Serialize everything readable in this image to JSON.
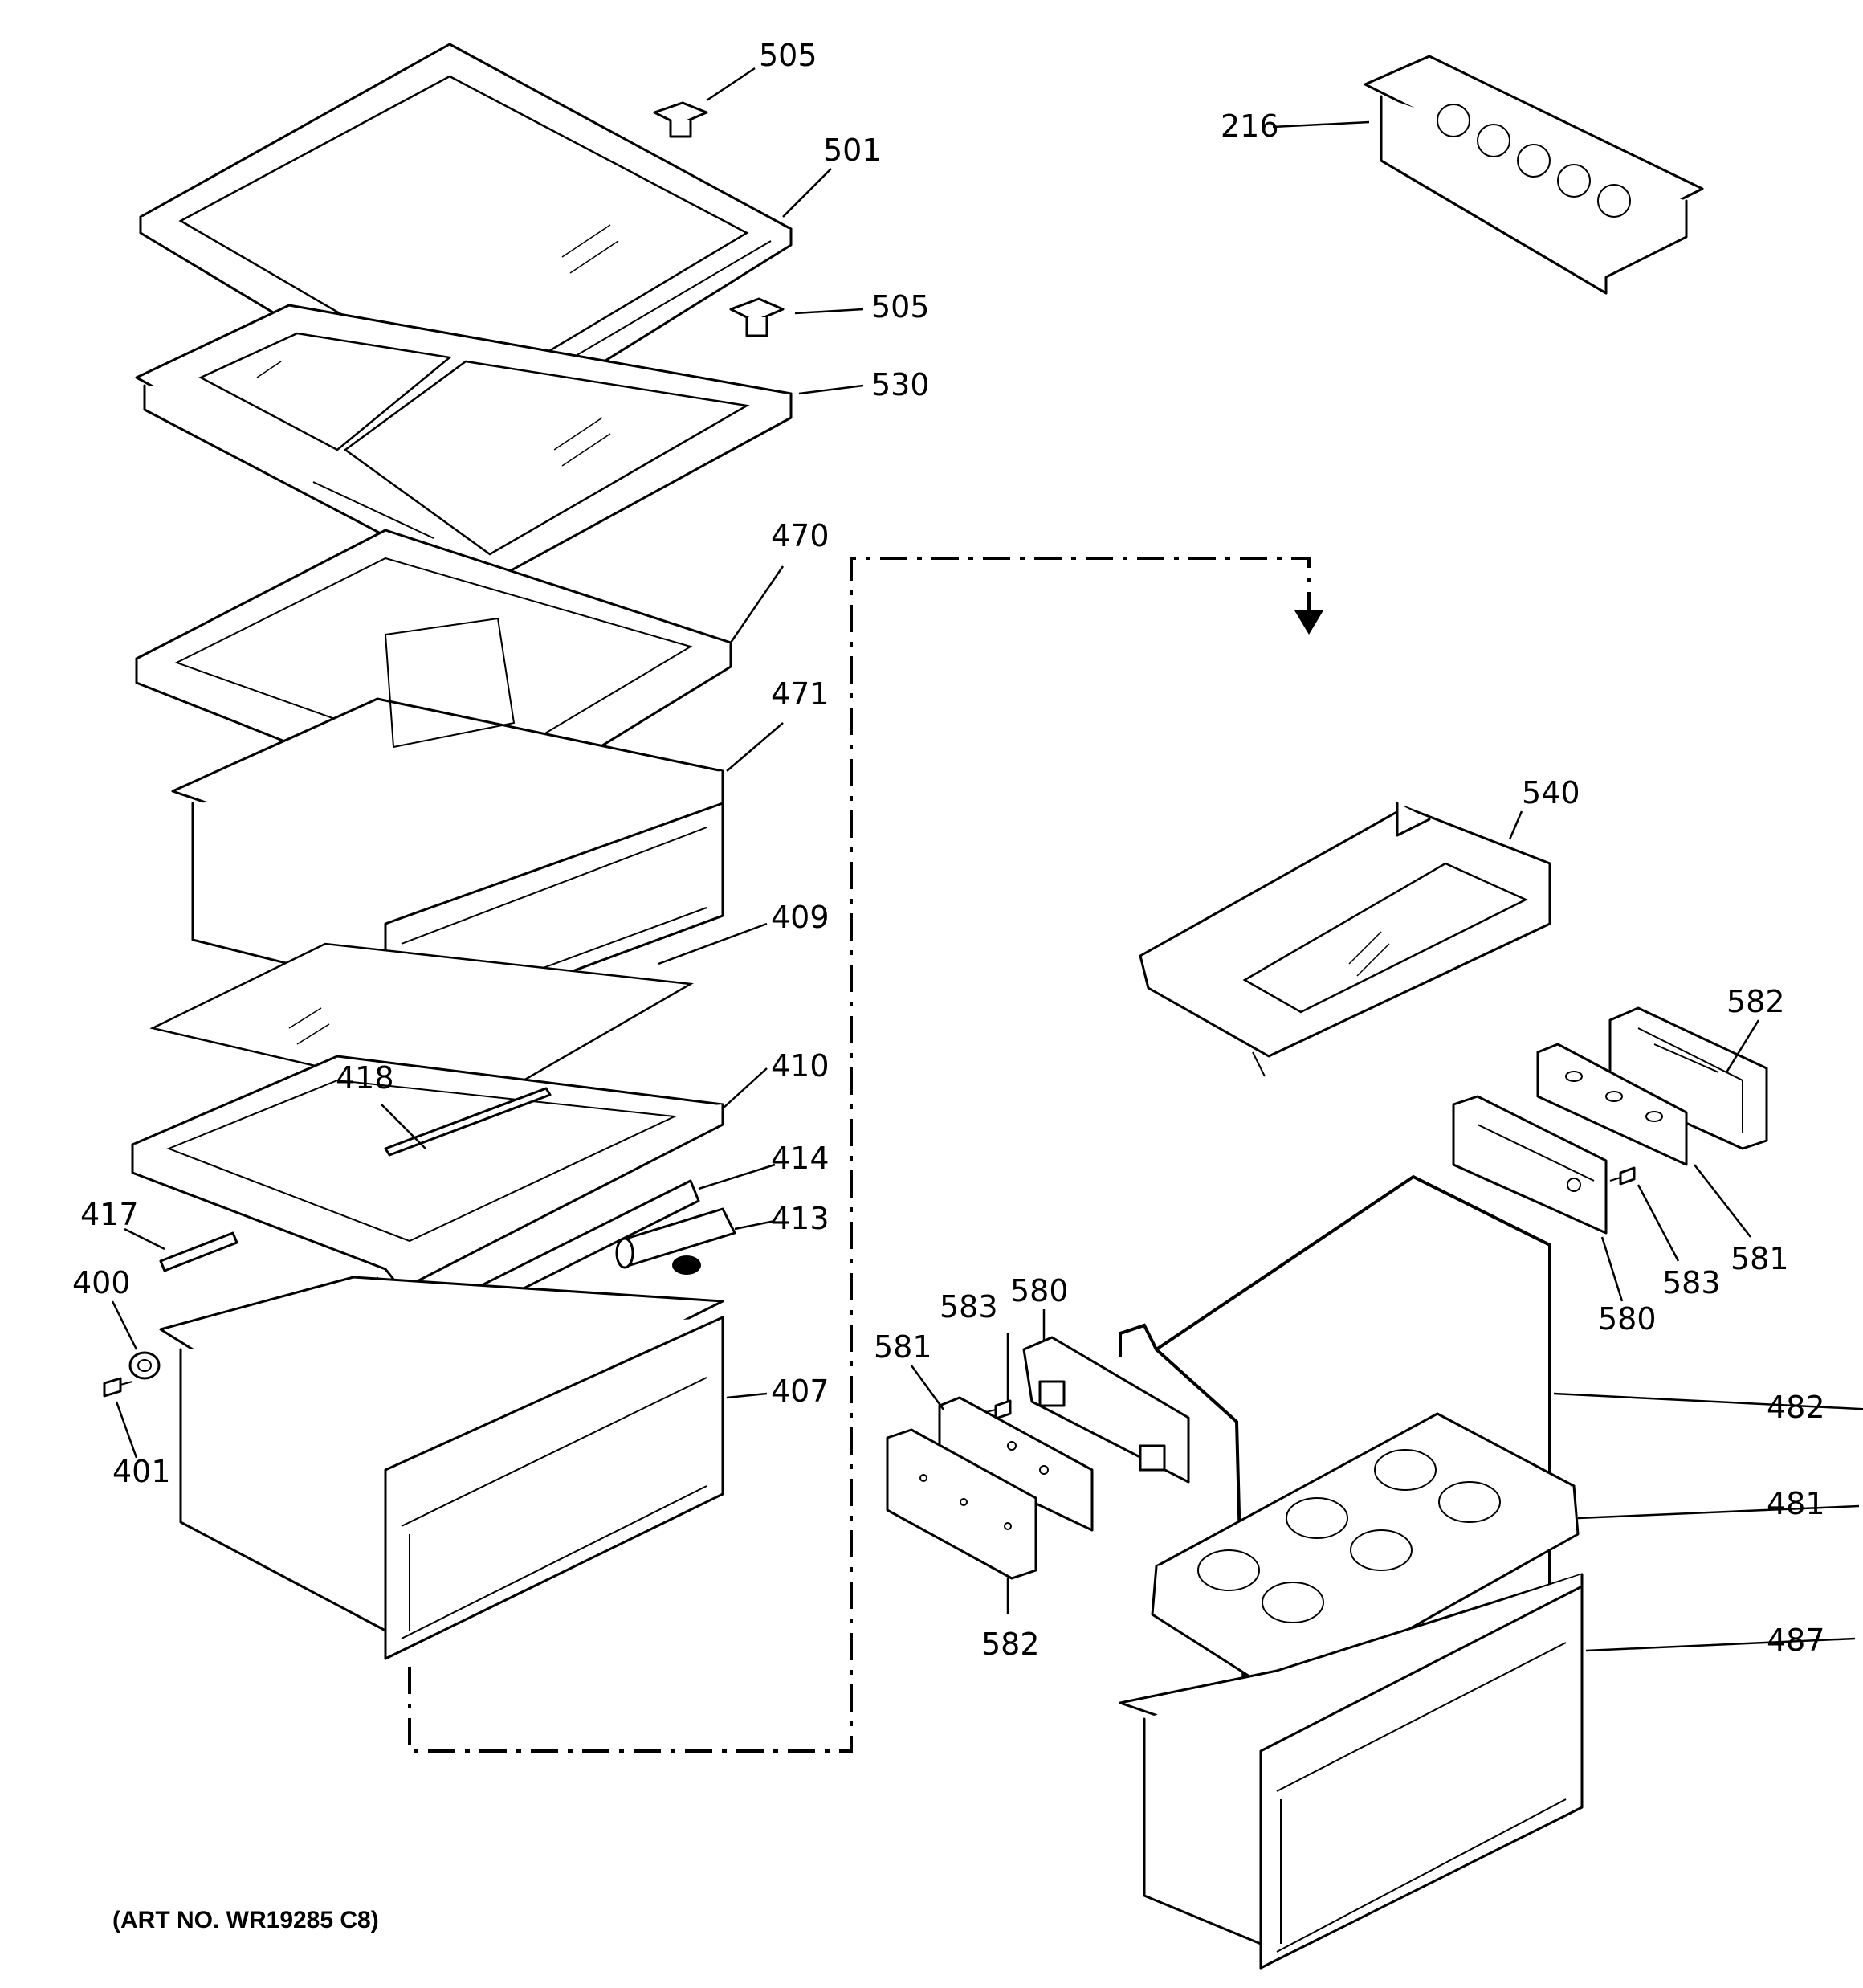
{
  "art_number": "(ART NO. WR19285 C8)",
  "labels": {
    "p505a": "505",
    "p501": "501",
    "p505b": "505",
    "p530": "530",
    "p470": "470",
    "p471": "471",
    "p409": "409",
    "p418": "418",
    "p410": "410",
    "p414": "414",
    "p417": "417",
    "p413": "413",
    "p400": "400",
    "p401": "401",
    "p407": "407",
    "p216": "216",
    "p540": "540",
    "p582a": "582",
    "p581a": "581",
    "p583a": "583",
    "p580a": "580",
    "p580b": "580",
    "p583b": "583",
    "p581b": "581",
    "p482": "482",
    "p481": "481",
    "p582b": "582",
    "p487": "487"
  }
}
